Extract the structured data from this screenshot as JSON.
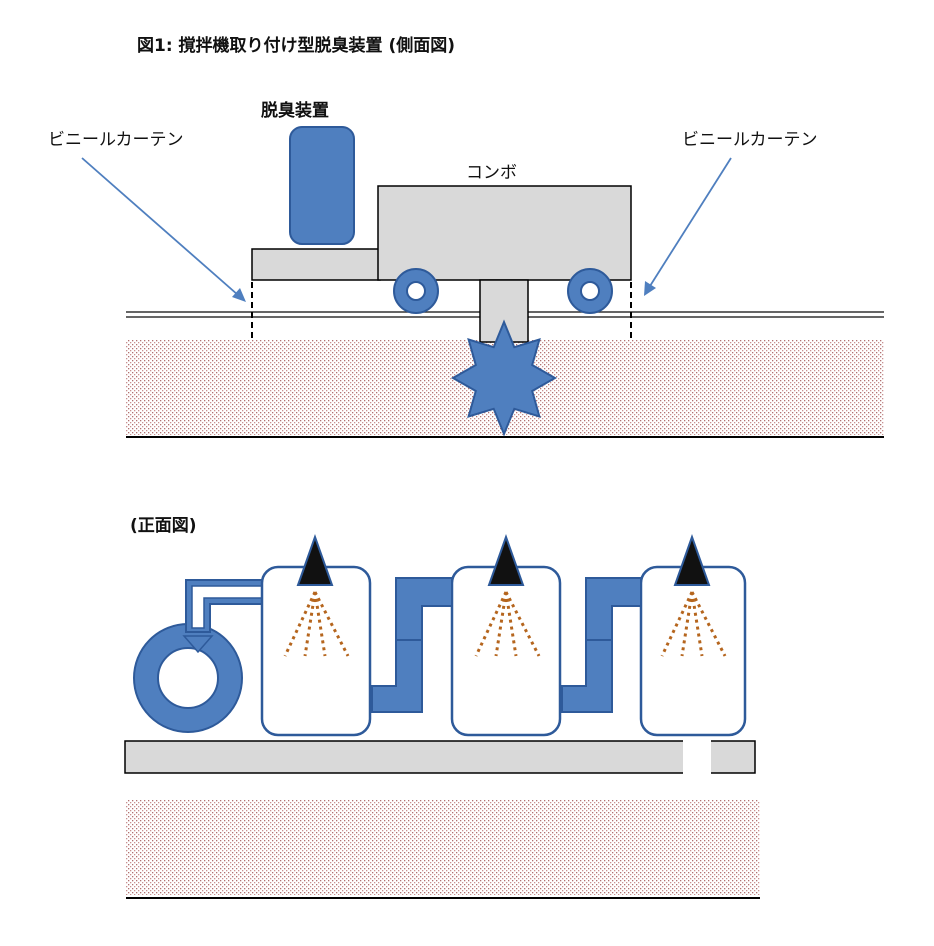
{
  "figure": {
    "title": "図1: 撹拌機取り付け型脱臭装置 (側面図)",
    "front_view_label": "(正面図)"
  },
  "side_view": {
    "deodorizer_label": "脱臭装置",
    "combo_label": "コンボ",
    "curtain_left_label": "ビニールカーテン",
    "curtain_right_label": "ビニールカーテン"
  },
  "colors": {
    "blue_fill": "#4f7fbf",
    "blue_stroke": "#2e5a9a",
    "gray_fill": "#d9d9d9",
    "soil_dot": "#b07070",
    "spray_dot": "#b5651d",
    "nozzle": "#111111"
  }
}
